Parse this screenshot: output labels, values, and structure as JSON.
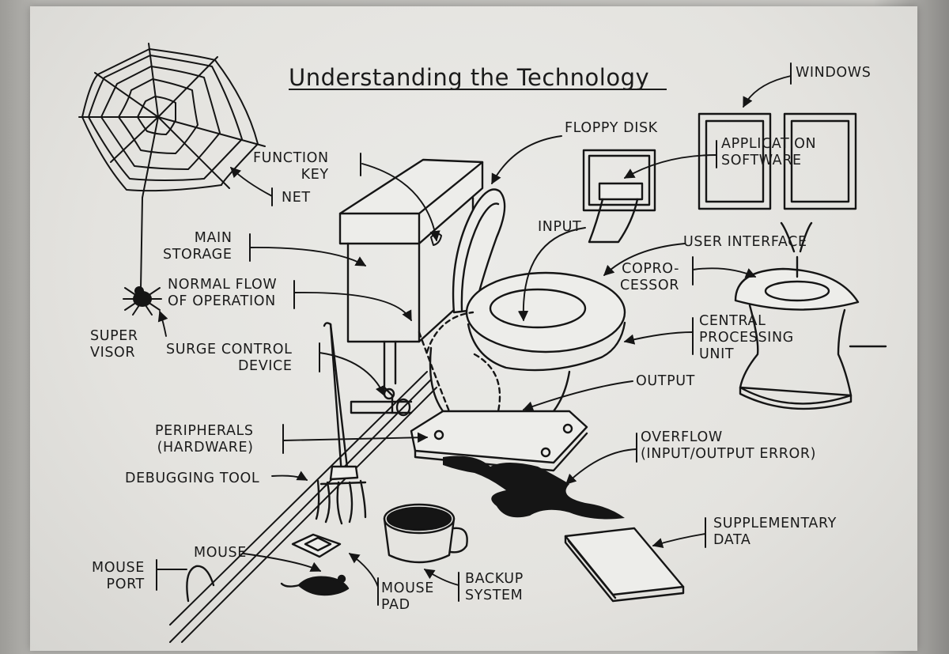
{
  "title": "Understanding the Technology",
  "labels": {
    "function_key": "FUNCTION\nKEY",
    "net": "NET",
    "main_storage": "MAIN\nSTORAGE",
    "normal_flow": "NORMAL FLOW\nOF OPERATION",
    "supervisor": "SUPER\nVISOR",
    "surge_control": "SURGE CONTROL\nDEVICE",
    "peripherals": "PERIPHERALS\n(HARDWARE)",
    "debugging_tool": "DEBUGGING TOOL",
    "mouse": "MOUSE",
    "mouse_port": "MOUSE\nPORT",
    "mouse_pad": "MOUSE\nPAD",
    "backup_system": "BACKUP\nSYSTEM",
    "floppy_disk": "FLOPPY DISK",
    "input": "INPUT",
    "windows": "WINDOWS",
    "application_software": "APPLICATION\nSOFTWARE",
    "user_interface": "USER INTERFACE",
    "coprocessor": "COPRO-\nCESSOR",
    "cpu": "CENTRAL\nPROCESSING\nUNIT",
    "output": "OUTPUT",
    "overflow": "OVERFLOW\n(INPUT/OUTPUT ERROR)",
    "supplementary_data": "SUPPLEMENTARY\nDATA"
  }
}
